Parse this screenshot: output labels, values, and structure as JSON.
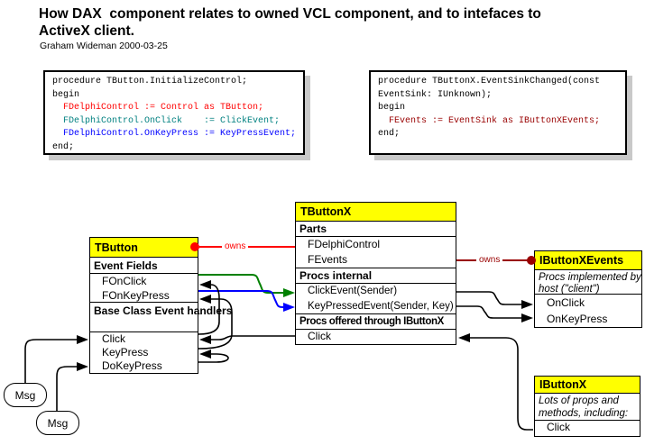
{
  "page": {
    "title_line1": "How DAX  component relates to owned VCL component, and to intefaces to",
    "title_line2": "ActiveX client.",
    "subtitle": "Graham Wideman 2000-03-25"
  },
  "colors": {
    "red": "#FF0000",
    "maroon": "#990000",
    "green": "#008000",
    "blue": "#0000FF",
    "teal": "#008080",
    "yellow": "#FFFF00",
    "shadow": "#C9C9C9"
  },
  "code_left": {
    "lines": [
      {
        "text": "procedure TButton.InitializeControl;",
        "color": "black"
      },
      {
        "text": "begin",
        "color": "black"
      },
      {
        "text": "  FDelphiControl := Control as TButton;",
        "color": "red"
      },
      {
        "text": "  FDelphiControl.OnClick    := ClickEvent;",
        "color": "teal"
      },
      {
        "text": "  FDelphiControl.OnKeyPress := KeyPressEvent;",
        "color": "blue"
      },
      {
        "text": "end;",
        "color": "black"
      }
    ]
  },
  "code_right": {
    "lines": [
      {
        "text": "procedure TButtonX.EventSinkChanged(const",
        "color": "black"
      },
      {
        "text": "EventSink: IUnknown);",
        "color": "black"
      },
      {
        "text": "begin",
        "color": "black"
      },
      {
        "text": "  FEvents := EventSink as IButtonXEvents;",
        "color": "maroon"
      },
      {
        "text": "end;",
        "color": "black"
      }
    ]
  },
  "diagram": {
    "tbutton": {
      "header": "TButton",
      "section1": "Event Fields",
      "fields": [
        "FOnClick",
        "FOnKeyPress"
      ],
      "section2": "Base Class Event handlers",
      "handlers": [
        "Click",
        "KeyPress",
        "DoKeyPress"
      ]
    },
    "tbuttonx": {
      "header": "TButtonX",
      "section1": "Parts",
      "parts": [
        "FDelphiControl",
        "FEvents"
      ],
      "section2": "Procs internal",
      "procs_internal": [
        "ClickEvent(Sender)",
        "KeyPressedEvent(Sender, Key)"
      ],
      "section3": "Procs offered through IButtonX",
      "procs_offered": [
        "Click"
      ]
    },
    "ibuttonxevents": {
      "header": "IButtonXEvents",
      "description": "Procs implemented by\nhost (\"client\")",
      "methods": [
        "OnClick",
        "OnKeyPress"
      ]
    },
    "ibuttonx": {
      "header": "IButtonX",
      "description": "Lots of props and\nmethods, including:",
      "methods": [
        "Click"
      ]
    },
    "msg_bubbles": [
      "Msg",
      "Msg"
    ],
    "owns_labels": {
      "left": "owns",
      "right": "owns"
    },
    "connections": [
      {
        "from": "TButton",
        "to": "TButtonX.FDelphiControl",
        "label": "owns",
        "color": "#FF0000"
      },
      {
        "from": "TButtonX.FEvents",
        "to": "IButtonXEvents",
        "label": "owns",
        "color": "#990000"
      },
      {
        "from": "TButton.FOnClick",
        "to": "TButtonX.ClickEvent(Sender)",
        "color": "#008000"
      },
      {
        "from": "TButton.FOnKeyPress",
        "to": "TButtonX.KeyPressedEvent(Sender, Key)",
        "color": "#0000FF"
      },
      {
        "from": "TButton.Click",
        "to": "TButton.FOnClick",
        "color": "#000000"
      },
      {
        "from": "TButton.KeyPress",
        "to": "TButton.FOnKeyPress",
        "color": "#000000"
      },
      {
        "from": "TButton.DoKeyPress",
        "to": "TButton.KeyPress",
        "color": "#000000"
      },
      {
        "from": "TButtonX.Click",
        "to": "TButton.Click",
        "color": "#000000"
      },
      {
        "from": "Msg",
        "to": "TButton.Click",
        "color": "#000000"
      },
      {
        "from": "Msg",
        "to": "TButton.DoKeyPress",
        "color": "#000000"
      },
      {
        "from": "TButtonX.ClickEvent(Sender)",
        "to": "IButtonXEvents.OnClick",
        "color": "#000000"
      },
      {
        "from": "TButtonX.KeyPressedEvent(Sender, Key)",
        "to": "IButtonXEvents.OnKeyPress",
        "color": "#000000"
      },
      {
        "from": "IButtonX.Click",
        "to": "TButtonX.Click",
        "color": "#000000"
      }
    ]
  }
}
